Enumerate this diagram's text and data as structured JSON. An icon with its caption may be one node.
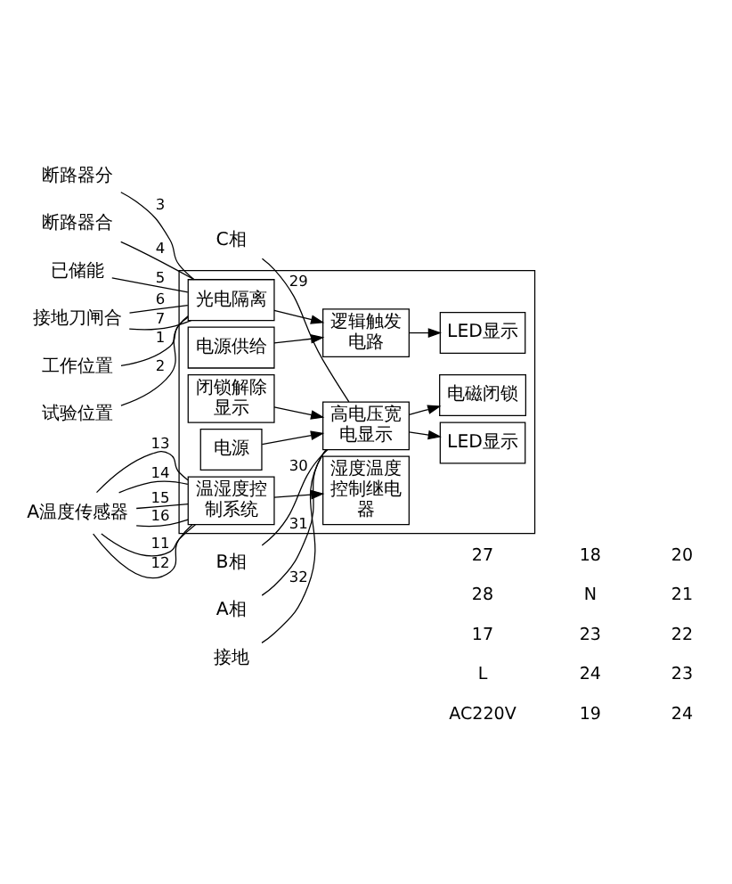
{
  "diagram": {
    "nodes": [
      {
        "text": [],
        "shape": "box"
      },
      {
        "text": [
          "光电隔离"
        ],
        "in": 0
      },
      {
        "text": [
          "逻辑触发电路"
        ],
        "in": 0
      },
      {
        "text": [
          "LED显示"
        ],
        "in": 0
      },
      {
        "text": [
          "电源供给"
        ],
        "in": 0
      },
      {
        "text": [
          "高电压宽电显示"
        ],
        "in": 0
      },
      {
        "text": [
          "LED显示"
        ],
        "in": 0
      },
      {
        "text": [
          "电磁闭锁"
        ],
        "in": 0
      },
      {
        "text": [
          "闭锁解除显示"
        ],
        "in": 0
      },
      {
        "text": [
          "电源"
        ],
        "in": 0
      },
      {
        "text": [
          "温湿度控制系统"
        ],
        "in": 0
      },
      {
        "text": [
          "湿度温度控制继电器"
        ],
        "in": 0
      },
      {
        "text": [
          "工作位置"
        ]
      },
      {
        "text": [
          "试验位置"
        ]
      },
      {
        "text": [
          "断路器分"
        ]
      },
      {
        "text": [
          "断路器合"
        ]
      },
      {
        "text": [
          "已储能"
        ]
      },
      {
        "text": [
          "接地刀闸合"
        ]
      },
      {
        "text": [
          "C相"
        ]
      },
      {
        "text": [
          "B相"
        ]
      },
      {
        "text": [
          "A相"
        ]
      },
      {
        "text": [
          "接地"
        ]
      },
      {
        "text": [
          "A温度传感器"
        ]
      }
    ],
    "edges": [
      {
        "from": 12,
        "to": 1,
        "arrow": "none",
        "label": "1"
      },
      {
        "from": 13,
        "to": 1,
        "arrow": "none",
        "label": "2"
      },
      {
        "from": 14,
        "to": 1,
        "arrow": "none",
        "label": "3"
      },
      {
        "from": 15,
        "to": 1,
        "arrow": "none",
        "label": "4"
      },
      {
        "from": 16,
        "to": 1,
        "arrow": "none",
        "label": "5"
      },
      {
        "from": 17,
        "to": 1,
        "arrow": "none",
        "label": "6"
      },
      {
        "from": 17,
        "to": 1,
        "arrow": "none",
        "label": "7"
      },
      {
        "from": 1,
        "to": 2,
        "arrow": "to"
      },
      {
        "from": 2,
        "to": 3,
        "arrow": "to"
      },
      {
        "from": 4,
        "to": 2,
        "arrow": "to"
      },
      {
        "from": 18,
        "to": 5,
        "arrow": "none",
        "label": "29"
      },
      {
        "from": 19,
        "to": 5,
        "arrow": "none",
        "label": "30"
      },
      {
        "from": 20,
        "to": 5,
        "arrow": "none",
        "label": "31"
      },
      {
        "from": 21,
        "to": 5,
        "arrow": "none",
        "label": "32"
      },
      {
        "from": 5,
        "to": 6,
        "arrow": "to"
      },
      {
        "from": 5,
        "to": 7,
        "arrow": "to"
      },
      {
        "from": 9,
        "to": 5,
        "arrow": "to"
      },
      {
        "from": 8,
        "to": 5,
        "arrow": "to"
      },
      {
        "from": 22,
        "to": 10,
        "arrow": "none",
        "label": "11"
      },
      {
        "from": 22,
        "to": 10,
        "arrow": "none",
        "label": "12"
      },
      {
        "from": 22,
        "to": 10,
        "arrow": "none",
        "label": "13"
      },
      {
        "from": 22,
        "to": 10,
        "arrow": "none",
        "label": "14"
      },
      {
        "from": 22,
        "to": 10,
        "arrow": "none",
        "label": "15"
      },
      {
        "from": 22,
        "to": 10,
        "arrow": "none",
        "label": "16"
      },
      {
        "from": 10,
        "to": 11,
        "arrow": "to"
      }
    ],
    "labels": [
      "27",
      "28",
      "17",
      "L",
      "AC220V",
      "18",
      "N",
      "23",
      "24",
      "19",
      "20",
      "21",
      "22",
      "23",
      "24"
    ]
  }
}
